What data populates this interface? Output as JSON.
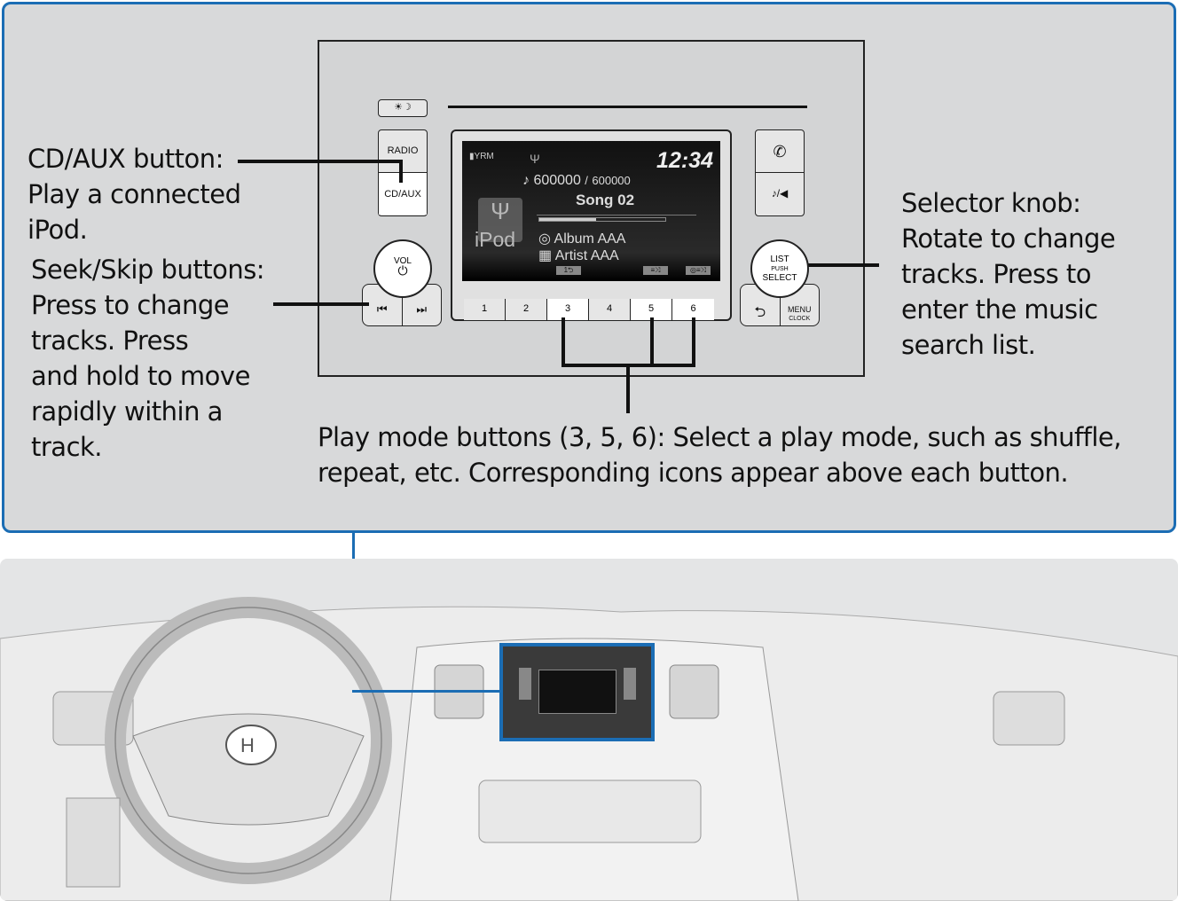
{
  "callouts": {
    "cd_aux": [
      "CD/AUX button:",
      "Play a connected",
      "iPod."
    ],
    "seek": [
      "Seek/Skip buttons:",
      "Press to change",
      "tracks. Press",
      "and hold to move",
      "rapidly within a",
      "track."
    ],
    "selector": [
      "Selector knob:",
      "Rotate to change",
      "tracks. Press to",
      "enter the music",
      "search list."
    ],
    "play_mode": [
      "Play mode buttons (3, 5, 6): Select a play mode, such as shuffle,",
      "repeat, etc. Corresponding icons appear above each button."
    ]
  },
  "radio": {
    "day_night": "☀☽",
    "radio": "RADIO",
    "cd_aux": "CD/AUX",
    "vol": "VOL",
    "power": "⏻",
    "seek_back": "⏮",
    "seek_fwd": "⏭",
    "phone": "✆",
    "media": "♪/◀",
    "knob_top": "LIST",
    "knob_mid": "PUSH",
    "knob_bot": "SELECT",
    "back": "⮌",
    "menu": "MENU",
    "clock": "CLOCK",
    "presets": [
      "1",
      "2",
      "3",
      "4",
      "5",
      "6"
    ]
  },
  "screen": {
    "signal": "RM",
    "time": "12:34",
    "track_number": "600000",
    "track_total": "600000",
    "separator": "/",
    "song": "Song 02",
    "album": "Album AAA",
    "artist": "Artist AAA",
    "source": "iPod",
    "progress": 0.45,
    "mode_icons": [
      "1⮌",
      "≡⤨",
      "◎≡⤨"
    ]
  },
  "colors": {
    "accent": "#1b6db4",
    "panel": "#d8d9da"
  }
}
